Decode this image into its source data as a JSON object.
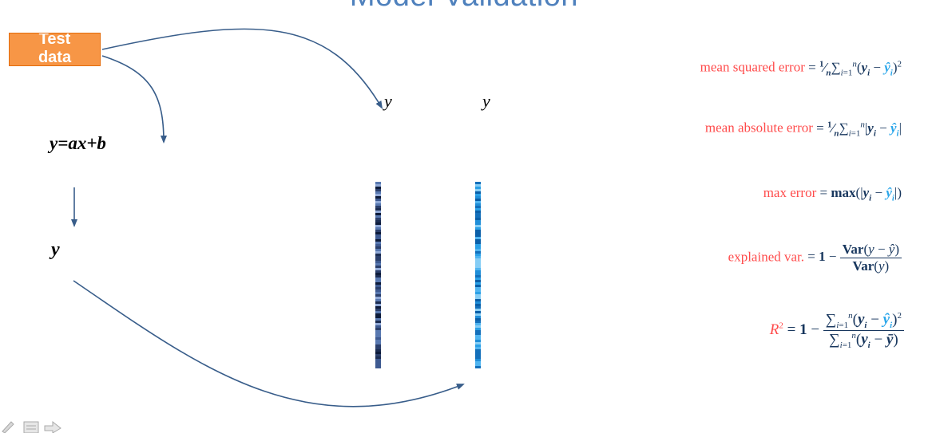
{
  "title": "Model Validation",
  "test_data": {
    "label": "Test data"
  },
  "model": {
    "equation": "y=ax+b",
    "prediction": "y"
  },
  "columns": {
    "true_label": "y",
    "pred_label": "y"
  },
  "metrics": {
    "mse_label": "mean squared error",
    "mae_label": "mean absolute error",
    "max_label": "max error",
    "max_fn": "max",
    "expvar_label": "explained var.",
    "var_fn": "Var",
    "r2_label": "R"
  },
  "colors": {
    "title": "#4f81bd",
    "box": "#f79646",
    "arrow": "#385d8a",
    "metric_label": "#ff4b4b",
    "hat": "#2aa6ea",
    "dark_bar": "#2b3f6b",
    "light_bar": "#1f8ed8"
  },
  "icons": [
    "pencil-icon",
    "slide-menu-icon",
    "arrow-right-icon"
  ]
}
